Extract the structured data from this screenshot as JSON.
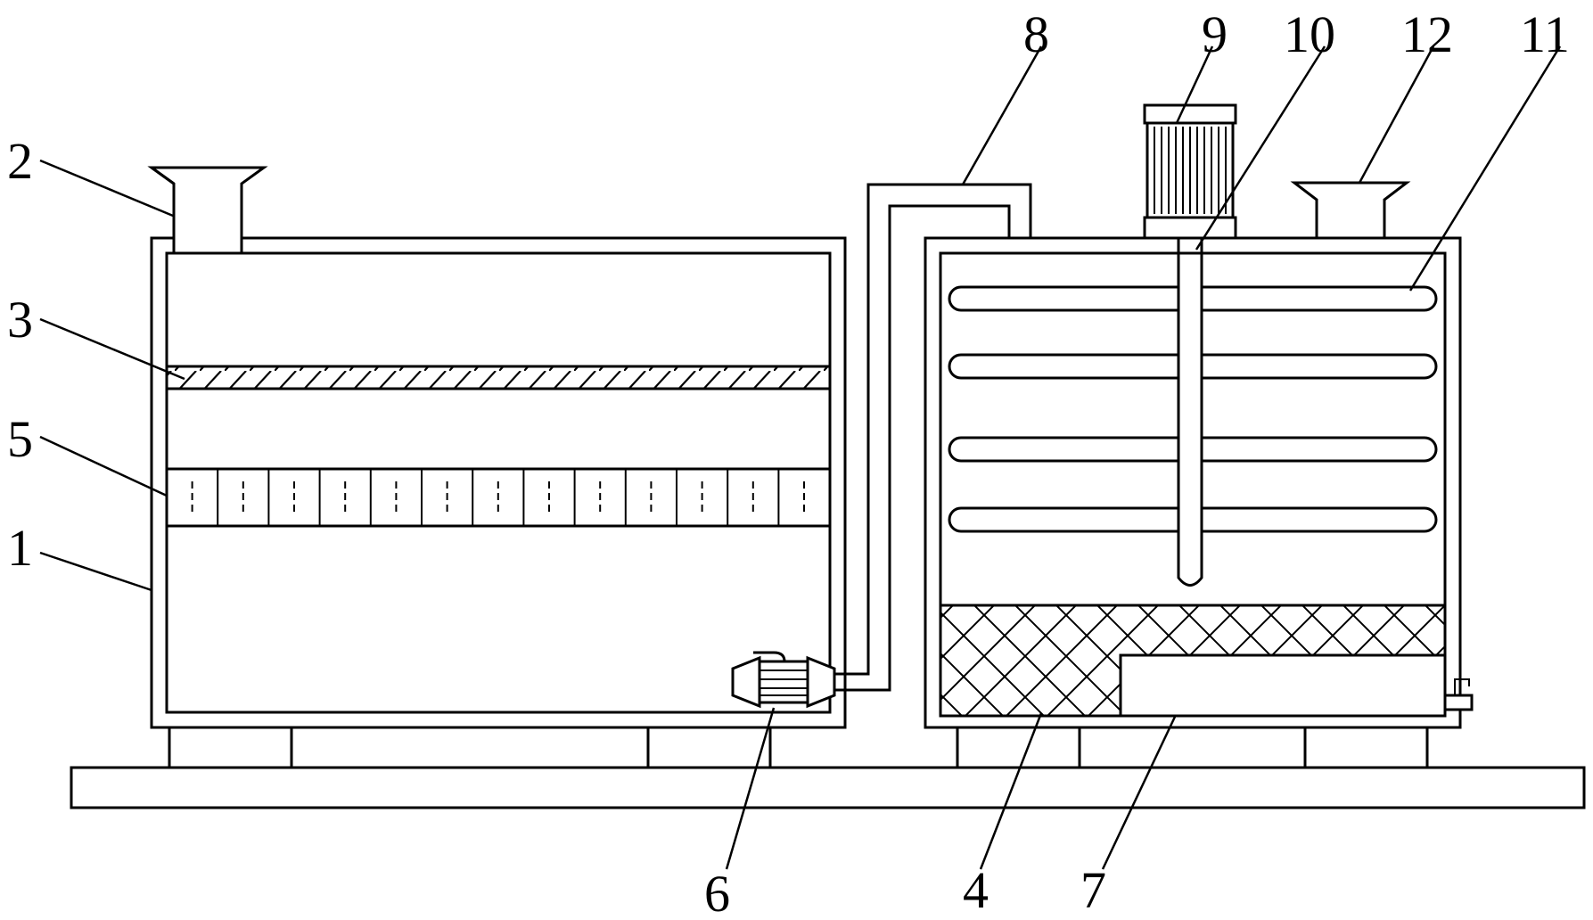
{
  "labels": {
    "base_tank": "1",
    "left_inlet": "2",
    "slanted_screen": "3",
    "filter_bed": "4",
    "comb_filter": "5",
    "pump": "6",
    "outlet_box": "7",
    "connecting_pipe": "8",
    "motor": "9",
    "stir_shaft": "10",
    "heating_tubes": "11",
    "right_inlet": "12"
  }
}
